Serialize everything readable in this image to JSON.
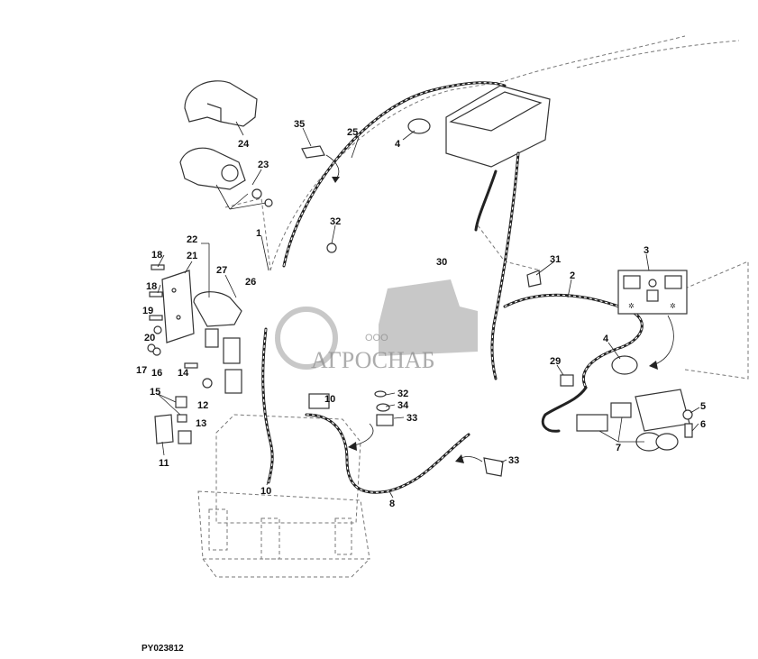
{
  "drawing_id": "PY023812",
  "watermark": {
    "company_prefix": "ООО",
    "company_name": "АГРОСНАБ"
  },
  "callouts": {
    "c1": "1",
    "c2": "2",
    "c3": "3",
    "c4a": "4",
    "c4b": "4",
    "c5": "5",
    "c6": "6",
    "c7": "7",
    "c8": "8",
    "c10a": "10",
    "c10b": "10",
    "c11": "11",
    "c12": "12",
    "c13": "13",
    "c14": "14",
    "c15": "15",
    "c16": "16",
    "c17": "17",
    "c18a": "18",
    "c18b": "18",
    "c19": "19",
    "c20": "20",
    "c21": "21",
    "c22": "22",
    "c23": "23",
    "c24": "24",
    "c25": "25",
    "c26": "26",
    "c27": "27",
    "c29": "29",
    "c30": "30",
    "c31": "31",
    "c32a": "32",
    "c32b": "32",
    "c33a": "33",
    "c33b": "33",
    "c34": "34",
    "c35": "35"
  }
}
